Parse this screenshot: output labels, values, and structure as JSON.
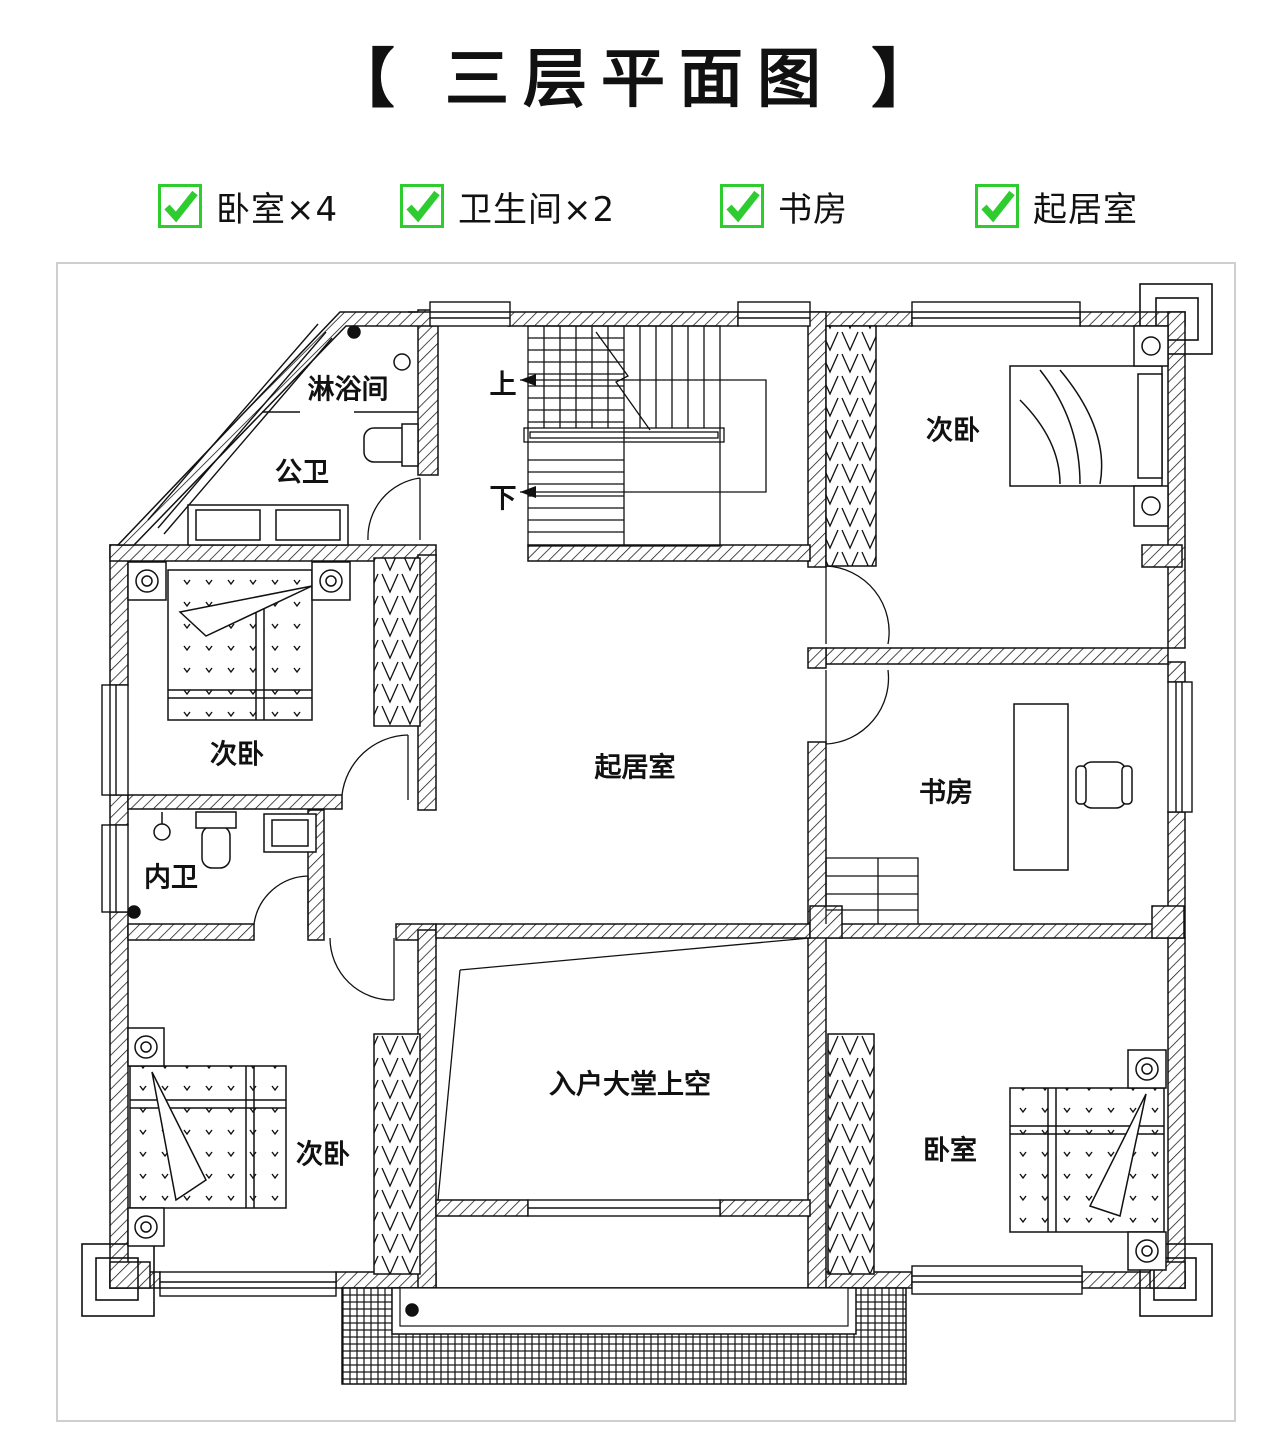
{
  "title": "【 三层平面图 】",
  "legend": [
    {
      "label": "卧室×4"
    },
    {
      "label": "卫生间×2"
    },
    {
      "label": "书房"
    },
    {
      "label": "起居室"
    }
  ],
  "colors": {
    "check": "#2ecc2e",
    "line": "#111111",
    "frame": "#cfcfcf"
  },
  "rooms": {
    "shower": "淋浴间",
    "public_bath": "公卫",
    "stair_up": "上",
    "stair_down": "下",
    "bedroom_nw": "次卧",
    "bedroom_ne": "次卧",
    "living": "起居室",
    "study": "书房",
    "inner_bath": "内卫",
    "bedroom_sw": "次卧",
    "atrium": "入户大堂上空",
    "bedroom_se": "卧室"
  }
}
